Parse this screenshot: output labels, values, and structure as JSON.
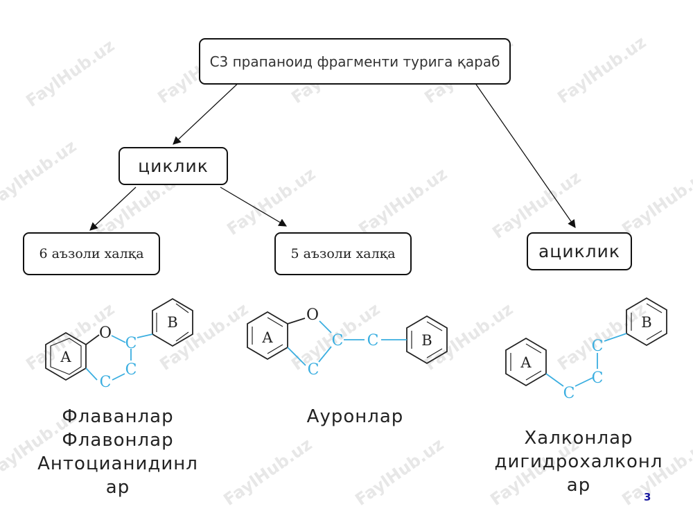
{
  "boxes": {
    "root": "C3 прапаноид фрагменти турига қараб",
    "cyclic": "циклик",
    "six_ring": "6 аъзоли халқа",
    "five_ring": "5 аъзоли халқа",
    "acyclic": "ациклик"
  },
  "captions": {
    "flavans": [
      "Флаванлар",
      "Флавонлар",
      "Антоцианидинл",
      "ар"
    ],
    "aurones": [
      "Ауронлар"
    ],
    "chalcones": [
      "Халконлар",
      "дигидрохалконл",
      "ар"
    ]
  },
  "structures": {
    "ring_a": "A",
    "ring_b": "B",
    "oxygen": "O",
    "carbon": "C"
  },
  "watermark": "FaylHub.uz",
  "page_number": "3",
  "colors": {
    "bond": "#222222",
    "carbon_chain": "#3aaee0",
    "page_number": "#1a1aa0"
  }
}
